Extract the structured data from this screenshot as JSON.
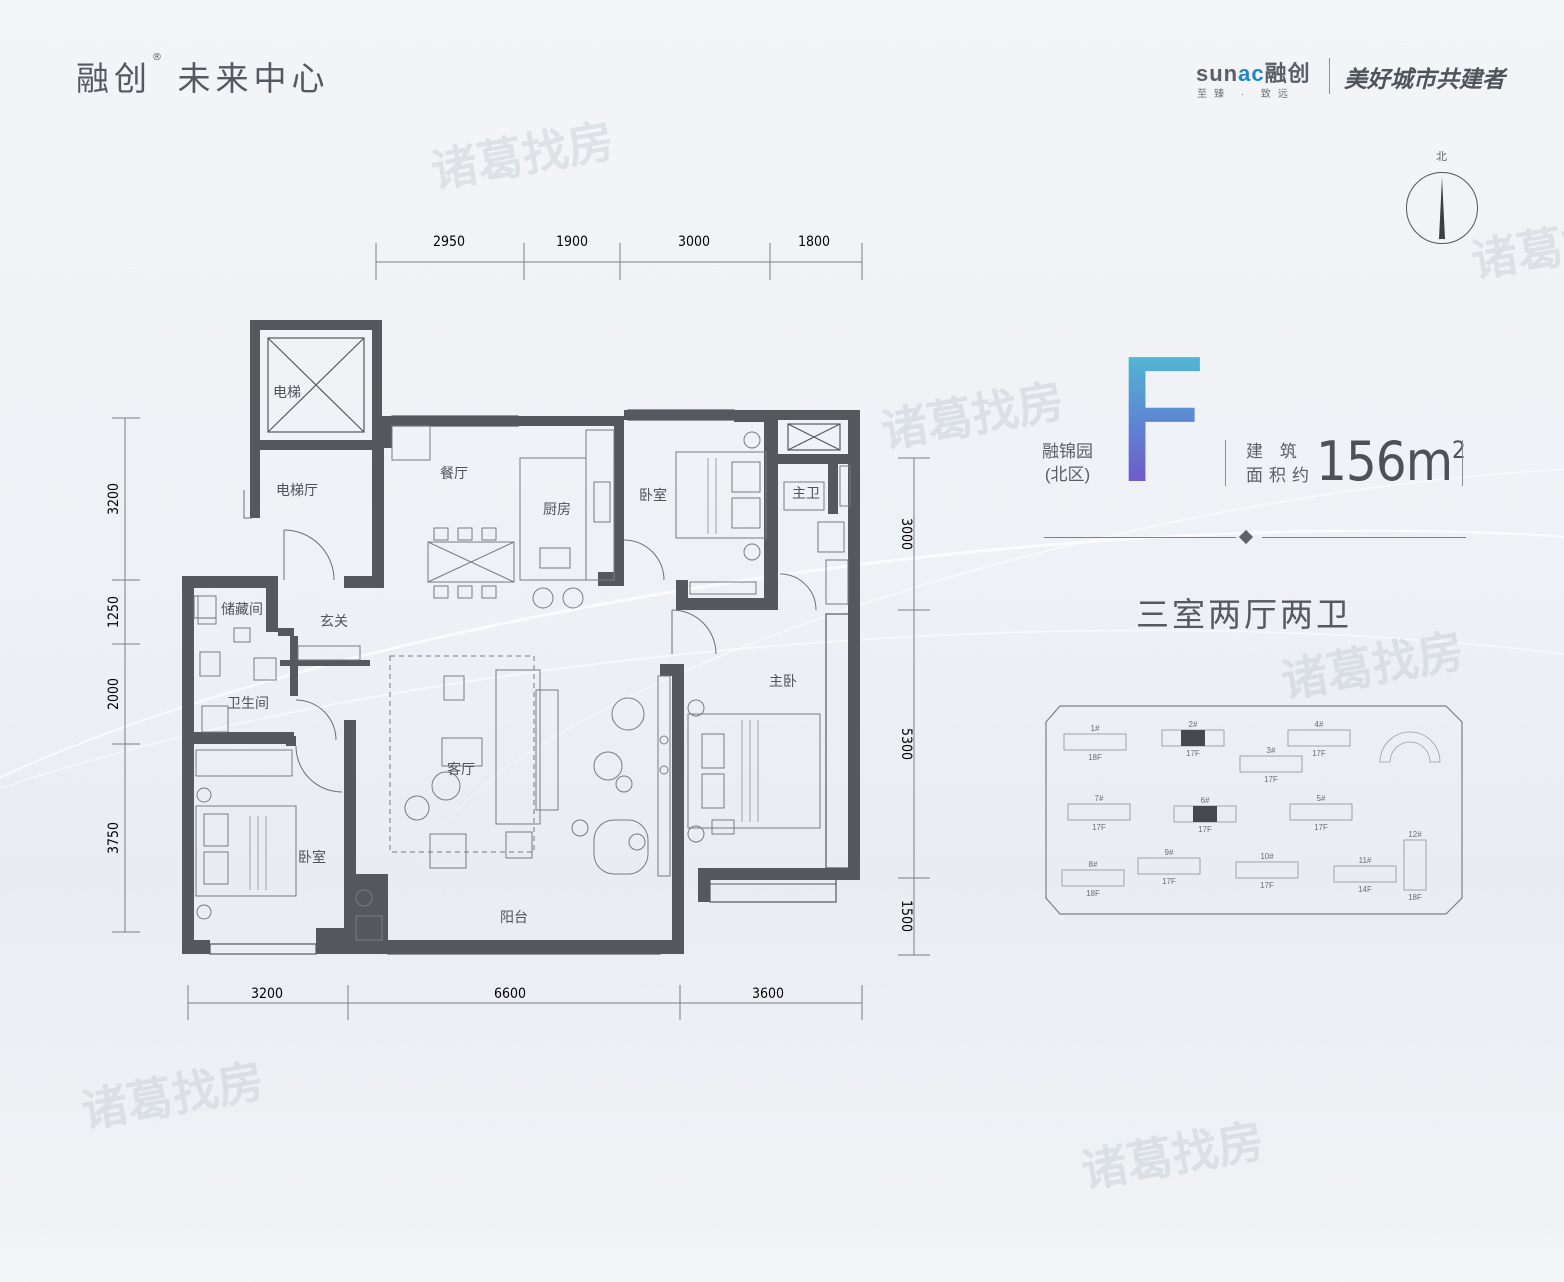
{
  "branding": {
    "project_name": "融创",
    "project_mark": "®",
    "project_suffix": "未来中心",
    "company_logo_prefix": "sun",
    "company_logo_ac": "ac",
    "company_logo_cn": "融创",
    "company_tagline": "至臻 · 致远",
    "slogan": "美好城市共建者"
  },
  "compass": {
    "label": "北"
  },
  "unit": {
    "type_letter": "F",
    "garden_line1": "融锦园",
    "garden_line2": "(北区)",
    "area_label_line1": "建 筑",
    "area_label_line2": "面积约",
    "area_value": "156m",
    "area_sup": "2",
    "layout": "三室两厅两卫"
  },
  "dimensions": {
    "top": [
      "2950",
      "1900",
      "3000",
      "1800"
    ],
    "bottom": [
      "3200",
      "6600",
      "3600"
    ],
    "left": [
      "3200",
      "1250",
      "2000",
      "3750"
    ],
    "right": [
      "3000",
      "5300",
      "1500"
    ]
  },
  "rooms": {
    "elevator": "电梯",
    "elevator_hall": "电梯厅",
    "dining": "餐厅",
    "kitchen": "厨房",
    "bedroom_north": "卧室",
    "master_bath": "主卫",
    "storage": "储藏间",
    "foyer": "玄关",
    "bathroom": "卫生间",
    "living": "客厅",
    "master_bedroom": "主卧",
    "bedroom_south": "卧室",
    "balcony": "阳台"
  },
  "site_plan": {
    "buildings": [
      {
        "name": "1#",
        "floors": "18F",
        "highlight": false
      },
      {
        "name": "2#",
        "floors": "17F",
        "highlight": true
      },
      {
        "name": "3#",
        "floors": "17F",
        "highlight": false
      },
      {
        "name": "4#",
        "floors": "17F",
        "highlight": false
      },
      {
        "name": "7#",
        "floors": "17F",
        "highlight": false
      },
      {
        "name": "6#",
        "floors": "17F",
        "highlight": true
      },
      {
        "name": "5#",
        "floors": "17F",
        "highlight": false
      },
      {
        "name": "8#",
        "floors": "18F",
        "highlight": false
      },
      {
        "name": "9#",
        "floors": "17F",
        "highlight": false
      },
      {
        "name": "10#",
        "floors": "17F",
        "highlight": false
      },
      {
        "name": "11#",
        "floors": "14F",
        "highlight": false
      },
      {
        "name": "12#",
        "floors": "18F",
        "highlight": false
      }
    ]
  },
  "watermark": "诸葛找房",
  "colors": {
    "wall": "#54575c",
    "accent_blue": "#1f86c8",
    "gradient_top": "#4fc3d3",
    "gradient_bottom": "#7a47c5"
  }
}
